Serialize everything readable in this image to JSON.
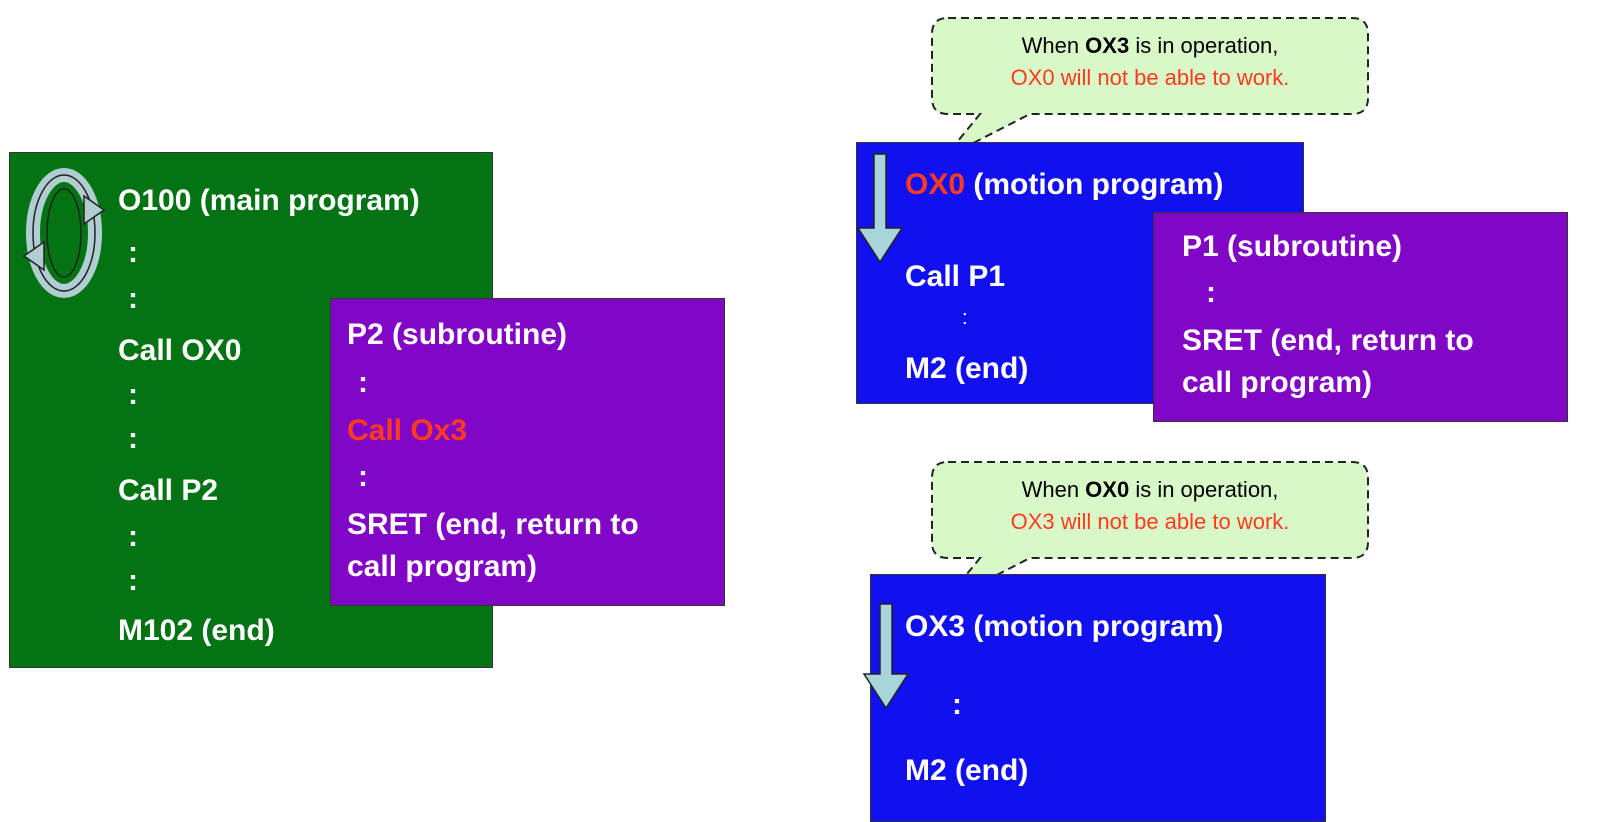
{
  "main_program": {
    "title": "O100 (main program)",
    "dots1": ":",
    "dots2": ":",
    "call1": "Call OX0",
    "dots3": ":",
    "dots4": ":",
    "call2": "Call P2",
    "dots5": ":",
    "dots6": ":",
    "end": "M102 (end)"
  },
  "p2_subroutine": {
    "title": "P2 (subroutine)",
    "dots1": ":",
    "call": "Call Ox3",
    "dots2": ":",
    "end_line1": "SRET (end, return to",
    "end_line2": "call program)"
  },
  "ox0_program": {
    "title_highlight": "OX0",
    "title_rest": " (motion program)",
    "call": "Call P1",
    "dots": ":",
    "end": "M2 (end)"
  },
  "p1_subroutine": {
    "title": "P1 (subroutine)",
    "dots": ":",
    "end_line1": "SRET (end, return to",
    "end_line2": "call program)"
  },
  "ox3_program": {
    "title": "OX3 (motion program)",
    "dots": ":",
    "end": "M2 (end)"
  },
  "bubble_top": {
    "prefix": "When ",
    "bold": "OX3",
    "suffix": " is in operation,",
    "line2": "OX0 will not be able to work."
  },
  "bubble_bottom": {
    "prefix": "When ",
    "bold": "OX0",
    "suffix": " is in operation,",
    "line2": "OX3 will not be able to work."
  },
  "colors": {
    "green": "#047314",
    "purple": "#8106c6",
    "blue": "#1010f0",
    "red": "#ff3a1e",
    "bubble": "#d8f8c8",
    "arrow": "#a8d4dc"
  }
}
